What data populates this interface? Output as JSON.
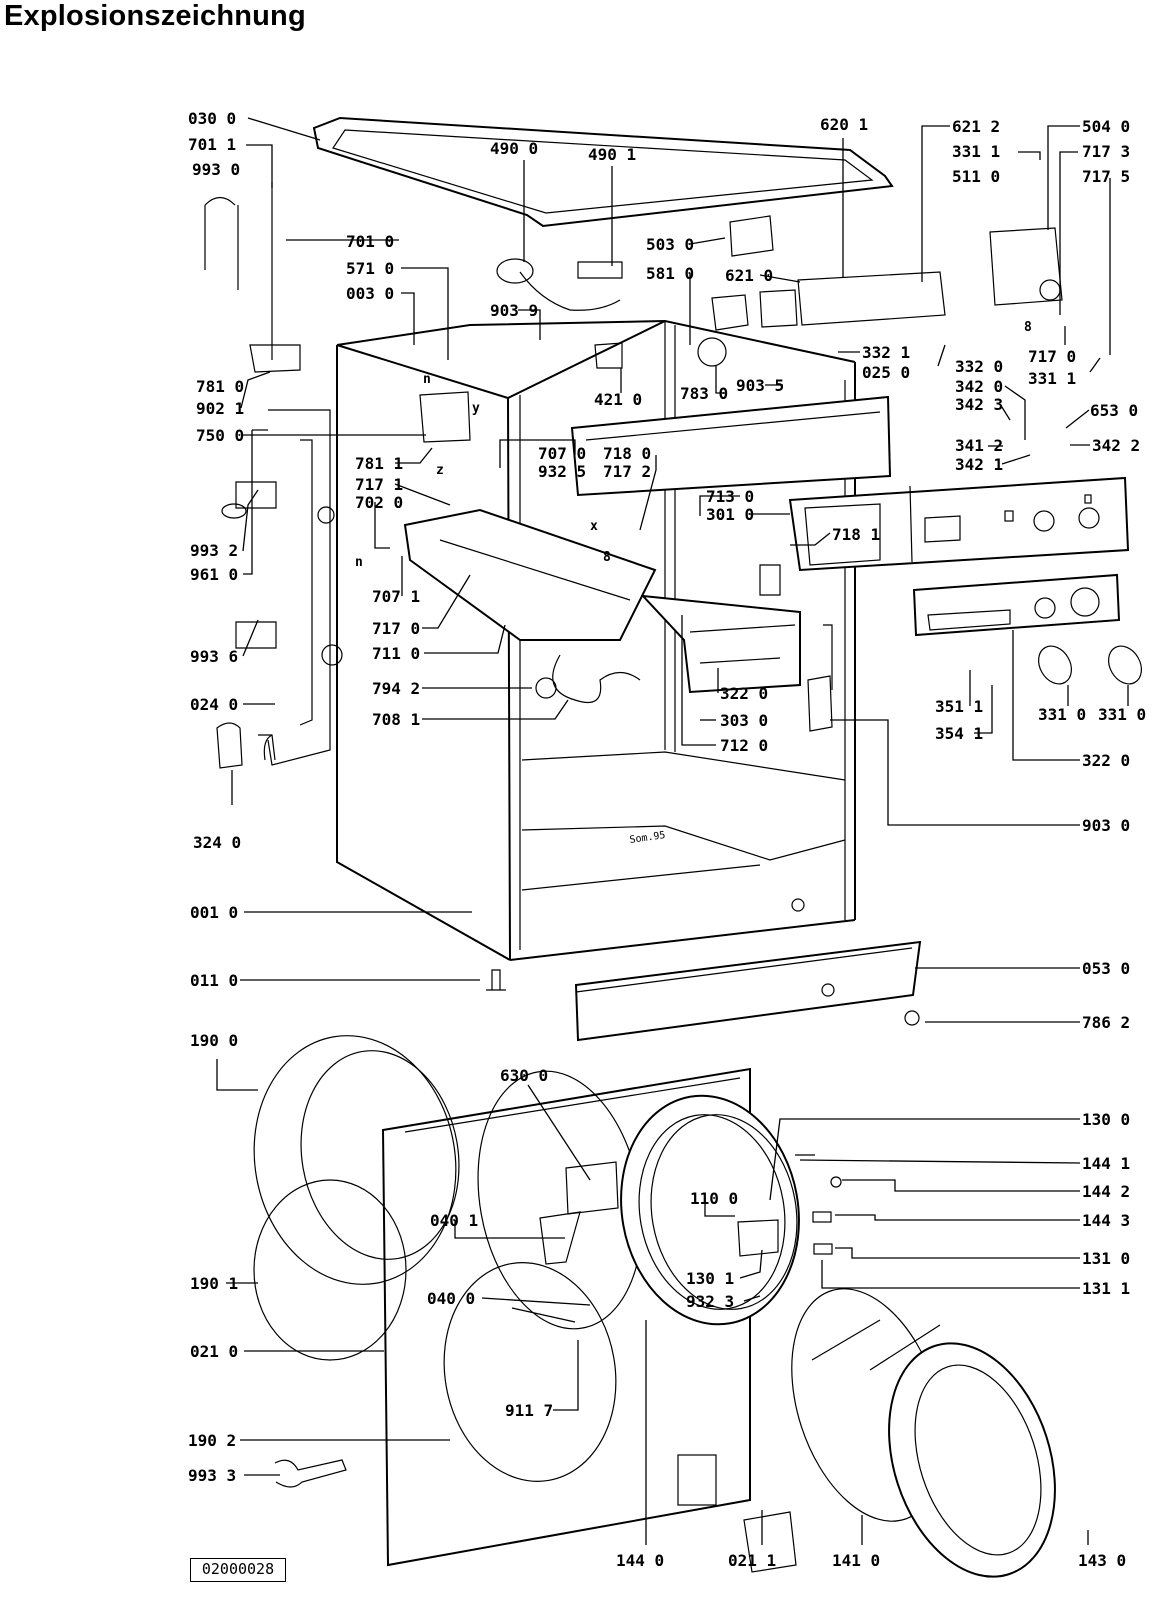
{
  "page": {
    "title": "Explosionszeichnung",
    "drawing_number": "02000028"
  },
  "diagram": {
    "parts": [
      {
        "code": "030 0"
      },
      {
        "code": "701 1"
      },
      {
        "code": "993 0"
      },
      {
        "code": "490 0"
      },
      {
        "code": "490 1"
      },
      {
        "code": "620 1"
      },
      {
        "code": "621 2"
      },
      {
        "code": "331 1"
      },
      {
        "code": "511 0"
      },
      {
        "code": "504 0"
      },
      {
        "code": "717 3"
      },
      {
        "code": "717 5"
      },
      {
        "code": "701 0"
      },
      {
        "code": "571 0"
      },
      {
        "code": "003 0"
      },
      {
        "code": "503 0"
      },
      {
        "code": "581 0"
      },
      {
        "code": "621 0"
      },
      {
        "code": "903 9"
      },
      {
        "code": "332 1"
      },
      {
        "code": "025 0"
      },
      {
        "code": "332 0"
      },
      {
        "code": "717 0"
      },
      {
        "code": "331 1"
      },
      {
        "code": "342 0"
      },
      {
        "code": "342 3"
      },
      {
        "code": "653 0"
      },
      {
        "code": "781 0"
      },
      {
        "code": "902 1"
      },
      {
        "code": "421 0"
      },
      {
        "code": "783 0"
      },
      {
        "code": "903 5"
      },
      {
        "code": "750 0"
      },
      {
        "code": "781 1"
      },
      {
        "code": "717 1"
      },
      {
        "code": "707 0"
      },
      {
        "code": "932 5"
      },
      {
        "code": "718 0"
      },
      {
        "code": "717 2"
      },
      {
        "code": "341 2"
      },
      {
        "code": "342 1"
      },
      {
        "code": "342 2"
      },
      {
        "code": "702 0"
      },
      {
        "code": "713 0"
      },
      {
        "code": "301 0"
      },
      {
        "code": "993 2"
      },
      {
        "code": "961 0"
      },
      {
        "code": "718 1"
      },
      {
        "code": "707 1"
      },
      {
        "code": "717 0"
      },
      {
        "code": "711 0"
      },
      {
        "code": "993 6"
      },
      {
        "code": "024 0"
      },
      {
        "code": "794 2"
      },
      {
        "code": "708 1"
      },
      {
        "code": "351 1"
      },
      {
        "code": "354 1"
      },
      {
        "code": "331 0"
      },
      {
        "code": "331 0"
      },
      {
        "code": "322 0"
      },
      {
        "code": "303 0"
      },
      {
        "code": "712 0"
      },
      {
        "code": "322 0"
      },
      {
        "code": "324 0"
      },
      {
        "code": "903 0"
      },
      {
        "code": "001 0"
      },
      {
        "code": "011 0"
      },
      {
        "code": "053 0"
      },
      {
        "code": "786 2"
      },
      {
        "code": "190 0"
      },
      {
        "code": "630 0"
      },
      {
        "code": "130 0"
      },
      {
        "code": "144 1"
      },
      {
        "code": "144 2"
      },
      {
        "code": "040 1"
      },
      {
        "code": "110 0"
      },
      {
        "code": "144 3"
      },
      {
        "code": "131 0"
      },
      {
        "code": "131 1"
      },
      {
        "code": "130 1"
      },
      {
        "code": "932 3"
      },
      {
        "code": "190 1"
      },
      {
        "code": "040 0"
      },
      {
        "code": "021 0"
      },
      {
        "code": "911 7"
      },
      {
        "code": "190 2"
      },
      {
        "code": "993 3"
      },
      {
        "code": "144 0"
      },
      {
        "code": "021 1"
      },
      {
        "code": "141 0"
      },
      {
        "code": "143 0"
      }
    ],
    "annotations": [
      {
        "text": "n"
      },
      {
        "text": "y"
      },
      {
        "text": "z"
      },
      {
        "text": "n"
      },
      {
        "text": "x"
      },
      {
        "text": "8"
      },
      {
        "text": "8"
      },
      {
        "text": "Som.95"
      }
    ]
  }
}
